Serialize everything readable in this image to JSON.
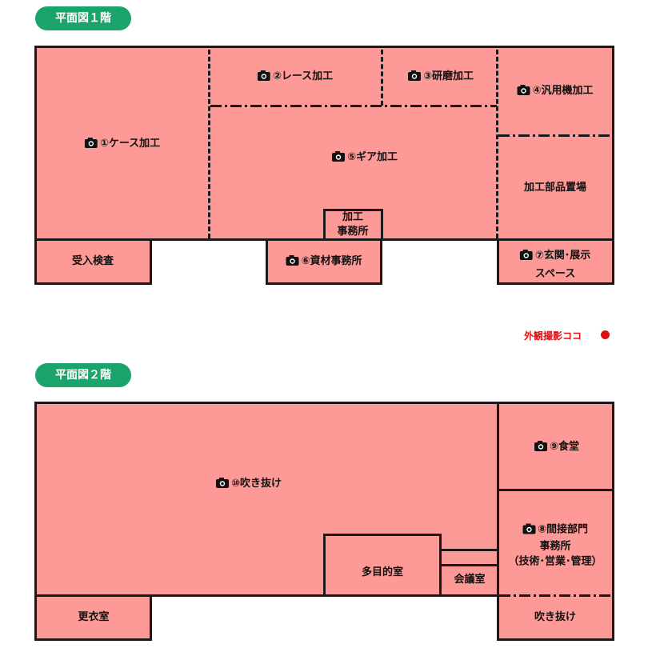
{
  "floor1": {
    "title": "平面図１階",
    "rooms": {
      "case": "①ケース加工",
      "lathe": "②レース加工",
      "grinding": "③研磨加工",
      "general": "④汎用機加工",
      "gear": "⑤ギア加工",
      "kakou_office_1": "加工",
      "kakou_office_2": "事務所",
      "parts_storage": "加工部品置場",
      "inspection": "受入検査",
      "materials_office": "⑥資材事務所",
      "entrance_1": "⑦玄関･展示",
      "entrance_2": "スペース"
    }
  },
  "exterior": {
    "label": "外観撮影ココ"
  },
  "floor2": {
    "title": "平面図２階",
    "rooms": {
      "atrium": "⑩吹き抜け",
      "cafeteria": "⑨食堂",
      "indirect_1": "⑧間接部門",
      "indirect_2": "事務所",
      "indirect_3": "（技術･営業･管理）",
      "multipurpose": "多目的室",
      "meeting": "会議室",
      "locker": "更衣室",
      "atrium_small": "吹き抜け"
    }
  },
  "colors": {
    "room_fill": "#fd9a98",
    "wall": "#1a1a1a",
    "pill": "#1aa46b",
    "exterior": "#e01010"
  },
  "icon": "camera-icon"
}
